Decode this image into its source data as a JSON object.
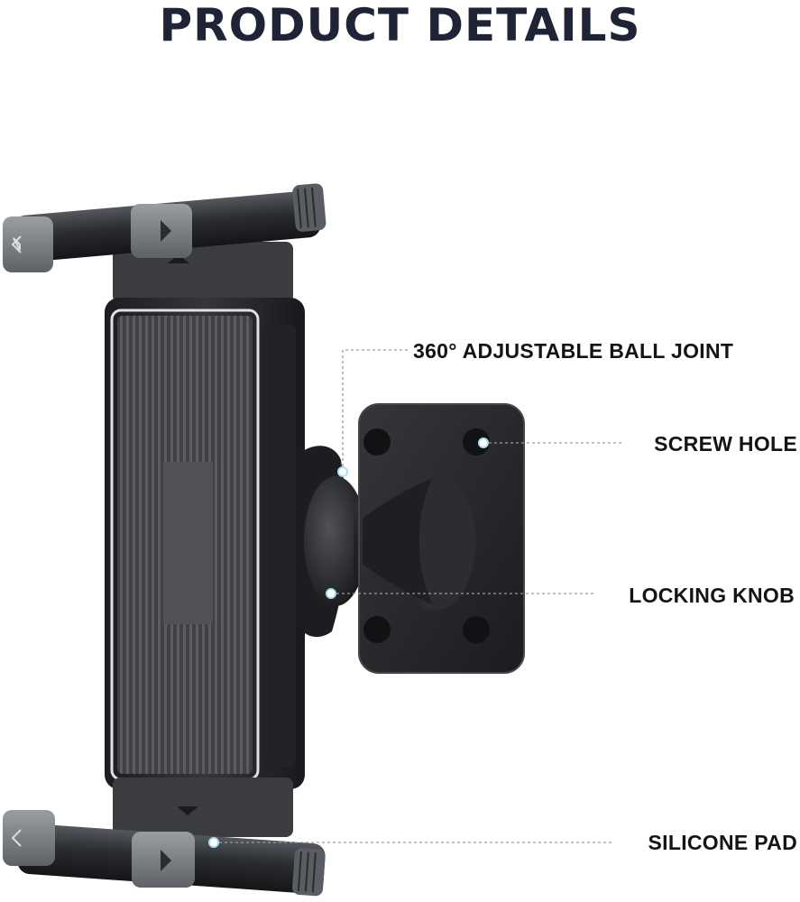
{
  "header": {
    "title": "PRODUCT DETAILS"
  },
  "callouts": {
    "ball_joint": "360° ADJUSTABLE BALL JOINT",
    "screw_hole": "SCREW HOLE",
    "locking_knob": "LOCKING KNOB",
    "silicone_pad": "SILICONE PAD"
  },
  "colors": {
    "title": "#1f2336",
    "callout_text": "#141414",
    "leader_line": "#9a9a9a",
    "marker": "#a8dff5",
    "holder_body": "#2a2c30",
    "silicone_pad": "#4a4c50",
    "clamp_tip": "#7b7e83"
  },
  "icons": {
    "clamp_arrow": "triangle-arrow-icon",
    "marker": "marker-dot-icon"
  }
}
